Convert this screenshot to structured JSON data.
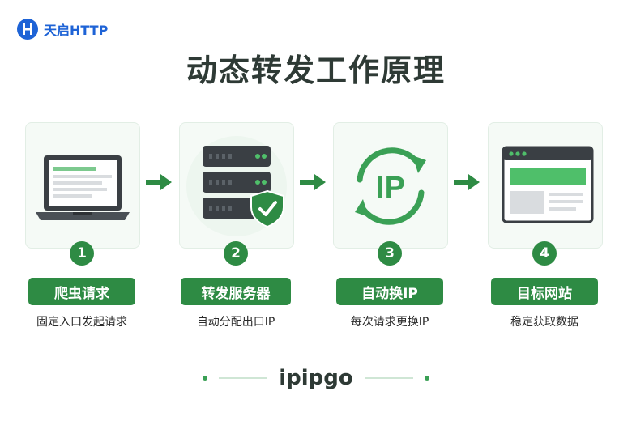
{
  "brand_logo": {
    "text": "天启HTTP",
    "color": "#1e63d6"
  },
  "title": "动态转发工作原理",
  "accent_color": "#2e8b44",
  "steps": [
    {
      "number": "1",
      "label": "爬虫请求",
      "desc": "固定入口发起请求",
      "icon": "laptop-icon"
    },
    {
      "number": "2",
      "label": "转发服务器",
      "desc": "自动分配出口IP",
      "icon": "server-shield-icon"
    },
    {
      "number": "3",
      "label": "自动换IP",
      "desc": "每次请求更换IP",
      "icon": "ip-refresh-icon",
      "icon_text": "IP"
    },
    {
      "number": "4",
      "label": "目标网站",
      "desc": "稳定获取数据",
      "icon": "browser-window-icon"
    }
  ],
  "footer_brand": "ipipgo"
}
